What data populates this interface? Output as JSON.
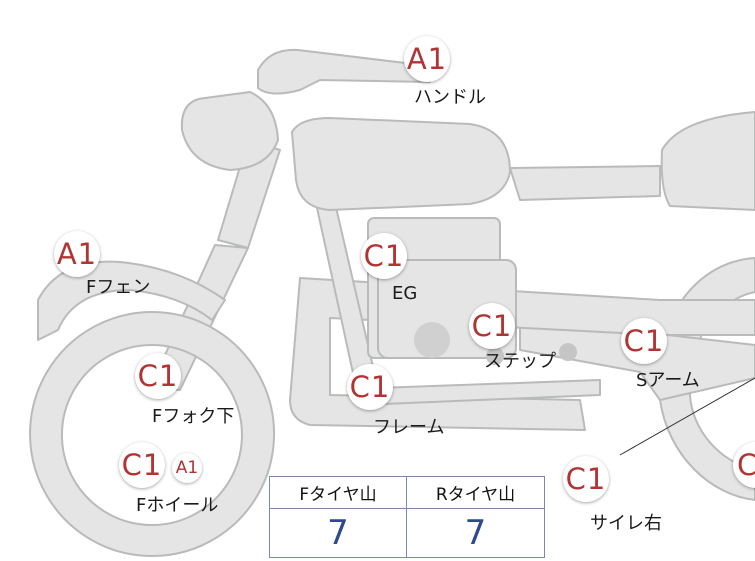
{
  "parts": {
    "handle": {
      "grade": "A1",
      "label": "ハンドル"
    },
    "ffender": {
      "grade": "A1",
      "label": "Fフェン"
    },
    "engine": {
      "grade": "C1",
      "label": "EG"
    },
    "step": {
      "grade": "C1",
      "label": "ステップ"
    },
    "sarm": {
      "grade": "C1",
      "label": "Sアーム"
    },
    "ffork": {
      "grade": "C1",
      "label": "Fフォク下"
    },
    "frame": {
      "grade": "C1",
      "label": "フレーム"
    },
    "fwheel": {
      "grade": "C1",
      "grade_secondary": "A1",
      "label": "Fホイール"
    },
    "silencer": {
      "grade": "C1",
      "label": "サイレ右"
    },
    "partial_right": {
      "grade": "C"
    }
  },
  "tread": {
    "front_header": "Fタイヤ山",
    "rear_header": "Rタイヤ山",
    "front_value": "7",
    "rear_value": "7"
  },
  "colors": {
    "bike_fill": "#e4e5e4",
    "bike_stroke": "#b9bbba",
    "grade_text": "#b03434",
    "value_text": "#2d4a8c"
  }
}
